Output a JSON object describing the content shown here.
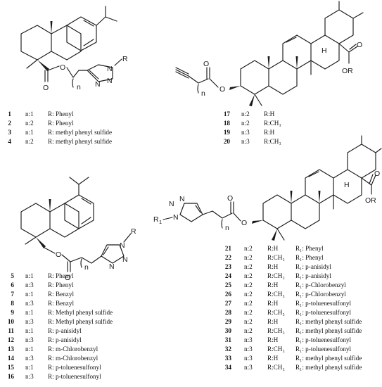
{
  "figure": {
    "structure_labels": {
      "R": "R",
      "R1": "R",
      "R1_sub": "1",
      "n": "n",
      "N": "N",
      "O": "O",
      "OR": "OR",
      "H": "H"
    },
    "series_1_4": [
      {
        "num": "1",
        "n": "n:1",
        "r": "R: Phenyl"
      },
      {
        "num": "2",
        "n": "n:2",
        "r": "R: Phenyl"
      },
      {
        "num": "3",
        "n": "n:1",
        "r": "R: methyl phenyl sulfide"
      },
      {
        "num": "4",
        "n": "n:2",
        "r": "R: methyl phenyl sulfide"
      }
    ],
    "series_17_20": [
      {
        "num": "17",
        "n": "n:2",
        "r": "R:H"
      },
      {
        "num": "18",
        "n": "n:2",
        "r": "R:CH₃"
      },
      {
        "num": "19",
        "n": "n:3",
        "r": "R:H"
      },
      {
        "num": "20",
        "n": "n:3",
        "r": "R:CH₃"
      }
    ],
    "series_5_16": [
      {
        "num": "5",
        "n": "n:1",
        "r": "R: Phenyl"
      },
      {
        "num": "6",
        "n": "n:3",
        "r": "R: Phenyl"
      },
      {
        "num": "7",
        "n": "n:1",
        "r": "R: Benzyl"
      },
      {
        "num": "8",
        "n": "n:3",
        "r": "R: Benzyl"
      },
      {
        "num": "9",
        "n": "n:1",
        "r": "R: Methyl phenyl sulfide"
      },
      {
        "num": "10",
        "n": "n:3",
        "r": "R: Methyl phenyl sulfide"
      },
      {
        "num": "11",
        "n": "n:1",
        "r": "R: p-anisidyl"
      },
      {
        "num": "12",
        "n": "n:3",
        "r": "R: p-anisidyl"
      },
      {
        "num": "13",
        "n": "n:1",
        "r": "R: m-Chlorobenzyl"
      },
      {
        "num": "14",
        "n": "n:3",
        "r": "R: m-Chlorobenzyl"
      },
      {
        "num": "15",
        "n": "n:1",
        "r": "R: p-toluenesulfonyl"
      },
      {
        "num": "16",
        "n": "n:3",
        "r": "R: p-toluenesulfonyl"
      }
    ],
    "series_21_34": [
      {
        "num": "21",
        "n": "n:2",
        "r": "R:H",
        "r1": "R₁: Phenyl"
      },
      {
        "num": "22",
        "n": "n:2",
        "r": "R:CH₃",
        "r1": "R₁: Phenyl"
      },
      {
        "num": "23",
        "n": "n:2",
        "r": "R:H",
        "r1": "R₁: p-anisidyl"
      },
      {
        "num": "24",
        "n": "n:2",
        "r": "R:CH₃",
        "r1": "R₁: p-anisidyl"
      },
      {
        "num": "25",
        "n": "n:2",
        "r": "R:H",
        "r1": "R₁: p-Chlorobenzyl"
      },
      {
        "num": "26",
        "n": "n:2",
        "r": "R:CH₃",
        "r1": "R₁: p-Chlorobenzyl"
      },
      {
        "num": "27",
        "n": "n:2",
        "r": "R:H",
        "r1": "R₁: p-toluenesulfonyl"
      },
      {
        "num": "28",
        "n": "n:2",
        "r": "R:CH₃",
        "r1": "R₁: p-toluenesulfonyl"
      },
      {
        "num": "29",
        "n": "n:2",
        "r": "R:H",
        "r1": "R₁: methyl phenyl sulfide"
      },
      {
        "num": "30",
        "n": "n:2",
        "r": "R:CH₃",
        "r1": "R₁: methyl phenyl sulfide"
      },
      {
        "num": "31",
        "n": "n:3",
        "r": "R:H",
        "r1": "R₁: p-toluenesulfonyl"
      },
      {
        "num": "32",
        "n": "n:3",
        "r": "R:CH₃",
        "r1": "R₁: p-toluenesulfonyl"
      },
      {
        "num": "33",
        "n": "n:3",
        "r": "R:H",
        "r1": "R₁: methyl phenyl sulfide"
      },
      {
        "num": "34",
        "n": "n:3",
        "r": "R:CH₃",
        "r1": "R₁: methyl phenyl sulfide"
      }
    ]
  }
}
